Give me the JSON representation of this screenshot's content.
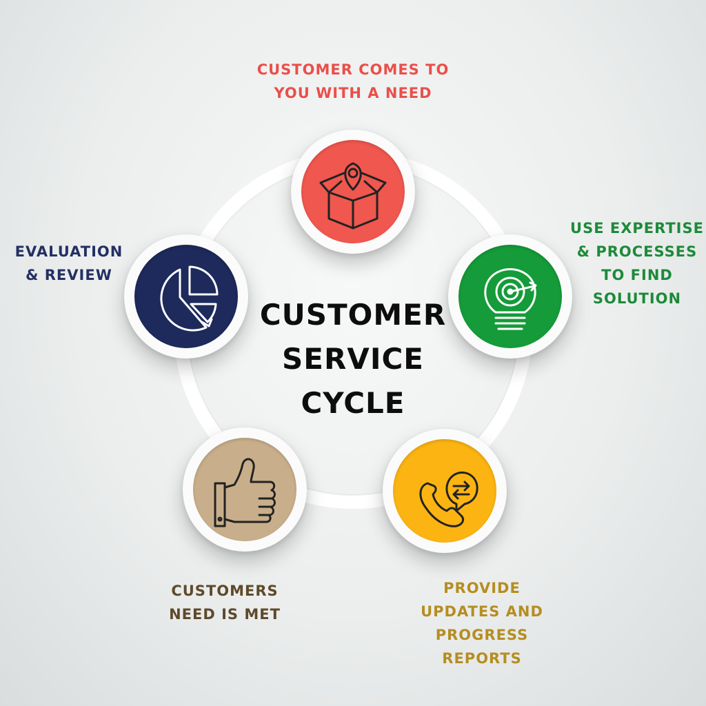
{
  "title": "CUSTOMER\nSERVICE\nCYCLE",
  "steps": [
    {
      "label": "CUSTOMER COMES TO\nYOU WITH A NEED",
      "color": "#f0574e",
      "text_color": "#ea4f4a",
      "icon": "box-location-icon"
    },
    {
      "label": "USE EXPERTISE\n& PROCESSES\nTO FIND\nSOLUTION",
      "color": "#159b39",
      "text_color": "#1d8a3a",
      "icon": "lightbulb-target-icon"
    },
    {
      "label": "PROVIDE\nUPDATES AND\nPROGRESS\nREPORTS",
      "color": "#fbb412",
      "text_color": "#b58e21",
      "icon": "phone-exchange-icon"
    },
    {
      "label": "CUSTOMERS\nNEED IS MET",
      "color": "#c8ae8a",
      "text_color": "#5e4a2a",
      "icon": "thumbs-up-icon"
    },
    {
      "label": "EVALUATION\n& REVIEW",
      "color": "#1d2a5b",
      "text_color": "#243063",
      "icon": "pie-chart-icon"
    }
  ]
}
